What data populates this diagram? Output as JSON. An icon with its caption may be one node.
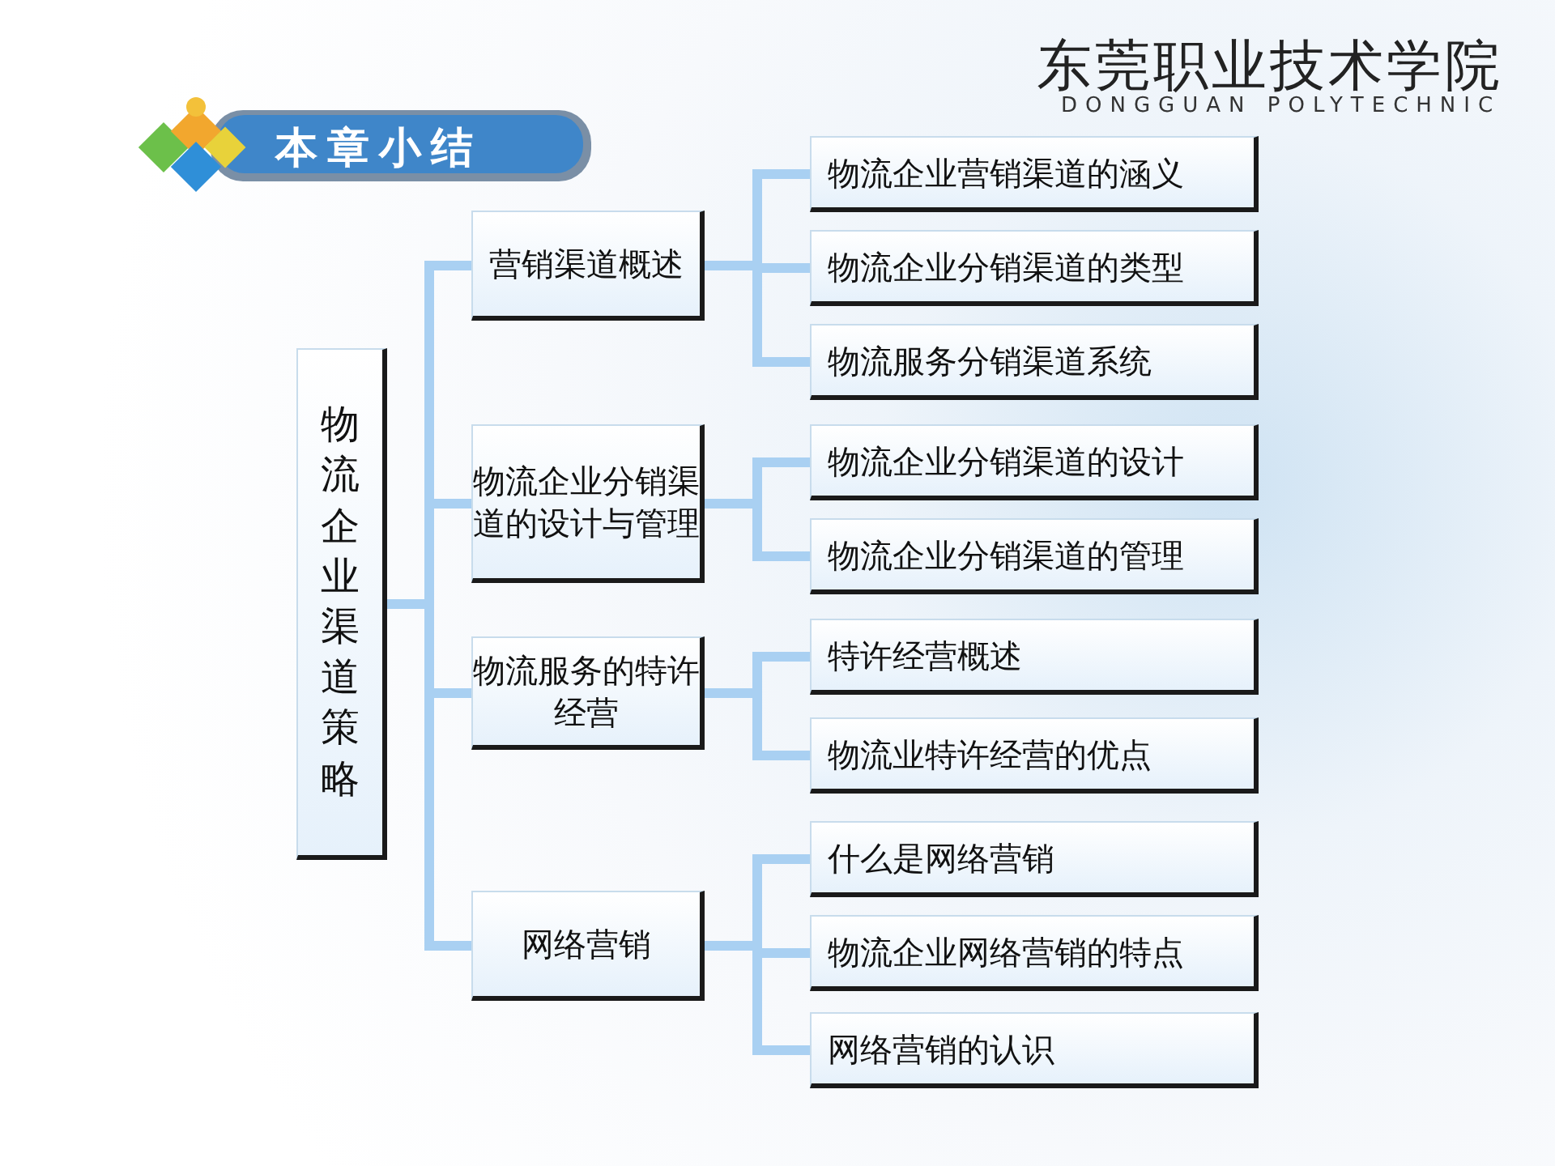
{
  "diagram": {
    "title": "本章小结",
    "nodes": [
      {
        "text": [
          "物流企业渠道策略"
        ]
      },
      {
        "text": [
          "营销渠道概述"
        ]
      },
      {
        "text": [
          "物流企业营销渠道的涵义"
        ]
      },
      {
        "text": [
          "物流企业分销渠道的类型"
        ]
      },
      {
        "text": [
          "物流服务分销渠道系统"
        ]
      },
      {
        "text": [
          "物流企业分销渠道的设计与管理"
        ]
      },
      {
        "text": [
          "物流企业分销渠道的设计"
        ]
      },
      {
        "text": [
          "物流企业分销渠道的管理"
        ]
      },
      {
        "text": [
          "物流服务的特许经营"
        ]
      },
      {
        "text": [
          "特许经营概述"
        ]
      },
      {
        "text": [
          "物流业特许经营的优点"
        ]
      },
      {
        "text": [
          "网络营销"
        ]
      },
      {
        "text": [
          "什么是网络营销"
        ]
      },
      {
        "text": [
          "物流企业网络营销的特点"
        ]
      },
      {
        "text": [
          "网络营销的认识"
        ]
      }
    ],
    "edges": [
      {
        "from": 0,
        "to": 1,
        "arrow": "none"
      },
      {
        "from": 0,
        "to": 5,
        "arrow": "none"
      },
      {
        "from": 0,
        "to": 8,
        "arrow": "none"
      },
      {
        "from": 0,
        "to": 11,
        "arrow": "none"
      },
      {
        "from": 1,
        "to": 2,
        "arrow": "none"
      },
      {
        "from": 1,
        "to": 3,
        "arrow": "none"
      },
      {
        "from": 1,
        "to": 4,
        "arrow": "none"
      },
      {
        "from": 5,
        "to": 6,
        "arrow": "none"
      },
      {
        "from": 5,
        "to": 7,
        "arrow": "none"
      },
      {
        "from": 8,
        "to": 9,
        "arrow": "none"
      },
      {
        "from": 8,
        "to": 10,
        "arrow": "none"
      },
      {
        "from": 11,
        "to": 12,
        "arrow": "none"
      },
      {
        "from": 11,
        "to": 13,
        "arrow": "none"
      },
      {
        "from": 11,
        "to": 14,
        "arrow": "none"
      }
    ],
    "labels": [
      "东莞职业技术学院",
      "DONGGUAN POLYTECHNIC"
    ]
  }
}
